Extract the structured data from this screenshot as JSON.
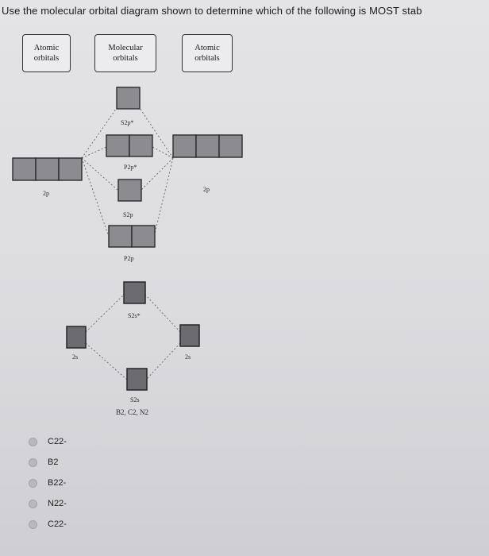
{
  "question": "Use the molecular orbital diagram shown to determine which of the following is MOST stab",
  "headers": [
    {
      "line1": "Atomic",
      "line2": "orbitals"
    },
    {
      "line1": "Molecular",
      "line2": "orbitals"
    },
    {
      "line1": "Atomic",
      "line2": "orbitals"
    }
  ],
  "labels": {
    "s2p_star": "S2p*",
    "p2p_star": "P2p*",
    "2p_left": "2p",
    "2p_right": "2p",
    "s2p": "S2p",
    "p2p": "P2p",
    "s2s_star": "S2s*",
    "2s_left": "2s",
    "2s_right": "2s",
    "s2s": "S2s",
    "caption": "B2, C2, N2"
  },
  "options": [
    "C22-",
    "B2",
    "B22-",
    "N22-",
    "C22-"
  ]
}
